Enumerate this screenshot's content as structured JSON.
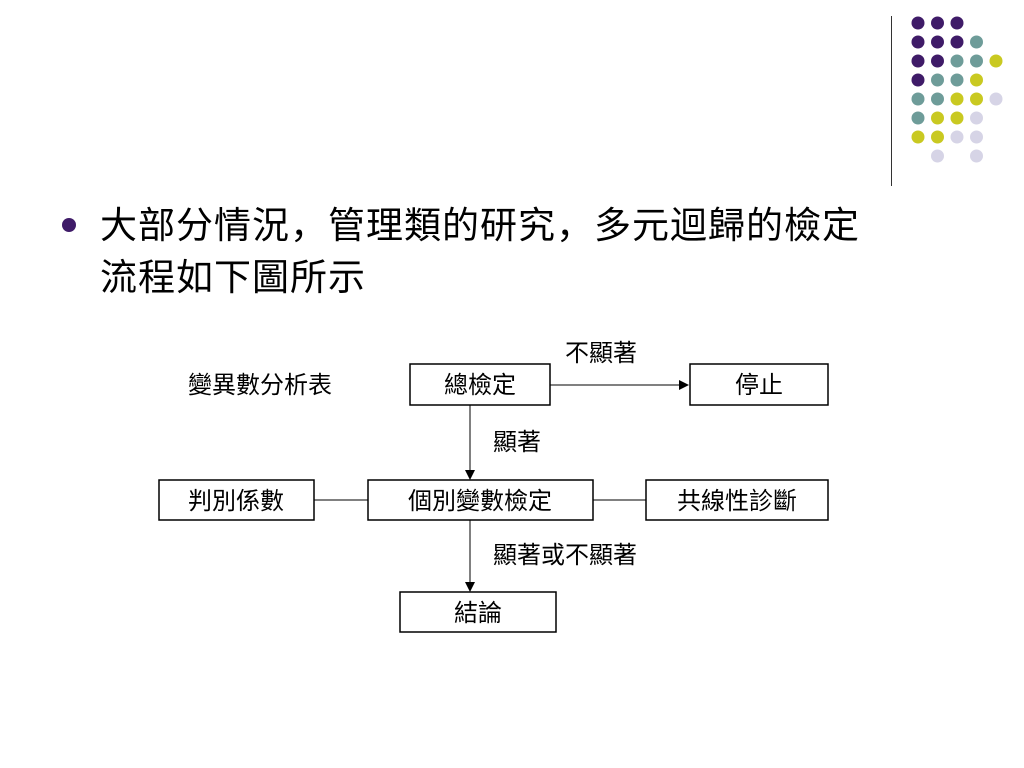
{
  "bullet": {
    "line1": "大部分情況，管理類的研究，多元迴歸的檢定",
    "line2": "流程如下圖所示"
  },
  "diagram": {
    "anova_label": "變異數分析表",
    "overall_test": "總檢定",
    "not_significant": "不顯著",
    "stop": "停止",
    "significant": "顯著",
    "individual_test": "個別變數檢定",
    "determination_coef": "判別係數",
    "collinearity": "共線性診斷",
    "sig_or_not": "顯著或不顯著",
    "conclusion": "結論"
  },
  "colors": {
    "purple": "#3f1b68",
    "teal": "#6e9c99",
    "yellow": "#c9c921",
    "lavender": "#d6d4e6",
    "line": "#333333"
  }
}
